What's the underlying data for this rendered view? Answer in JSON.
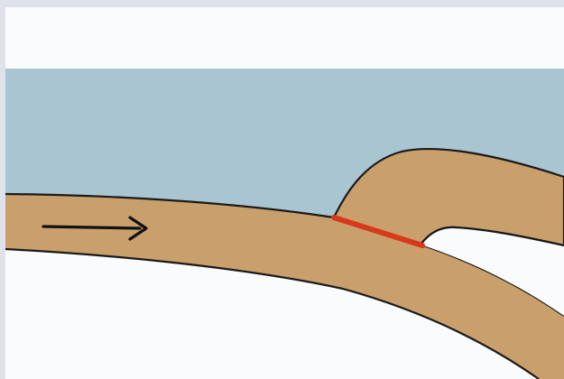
{
  "diagram": {
    "kind": "subduction-zone-cross-section",
    "colors": {
      "frame": "#dfe2ea",
      "sky": "#fafbfc",
      "ocean": "#a9c5d1",
      "plate": "#c9a06b",
      "outline": "#1a1a1a",
      "fault": "#d8381c",
      "arrow": "#111111"
    },
    "elements": {
      "ocean": "ocean-water",
      "subducting_plate": "subducting-oceanic-plate",
      "overriding_plate": "overriding-plate-wedge",
      "fault": "megathrust-fault-line",
      "arrow": "plate-motion-arrow"
    }
  }
}
